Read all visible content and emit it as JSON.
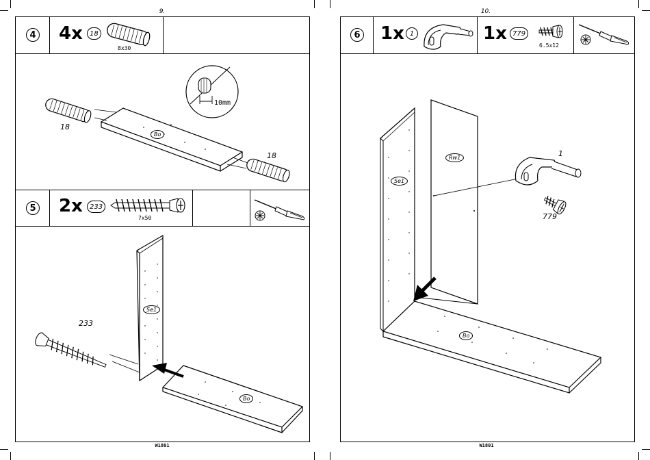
{
  "left_page": {
    "page_number": "9.",
    "footer_code": "W1801",
    "step4": {
      "step": "4",
      "quantity": "4x",
      "part": "18",
      "dimension": "8x30",
      "callout_left": "18",
      "callout_right": "18",
      "panel_label": "Bo",
      "detail_measure": "10mm"
    },
    "step5": {
      "step": "5",
      "quantity": "2x",
      "part": "233",
      "dimension": "7x50",
      "callout": "233",
      "panel_label_side": "Se1",
      "panel_label_bottom": "Bo"
    }
  },
  "right_page": {
    "page_number": "10.",
    "footer_code": "W1801",
    "step6": {
      "step": "6",
      "quantity_a": "1x",
      "part_a": "1",
      "quantity_b": "1x",
      "part_b": "779",
      "dimension_b": "6.5x12",
      "callout_connector": "1",
      "callout_screw": "779",
      "panel_label_back": "Rw1",
      "panel_label_side": "Se1",
      "panel_label_bottom": "Bo"
    }
  },
  "icons": [
    "screwdriver-icon",
    "phillips-head-icon",
    "dowel-icon",
    "screw-icon",
    "connector-icon",
    "arrow-icon"
  ]
}
